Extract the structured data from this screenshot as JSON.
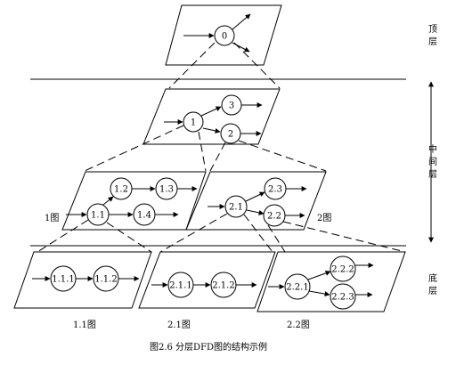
{
  "side_labels": {
    "top": [
      "顶",
      "层"
    ],
    "middle": [
      "中",
      "间",
      "层"
    ],
    "bottom": [
      "底",
      "层"
    ]
  },
  "nodes": {
    "n0": "0",
    "n1": "1",
    "n2": "2",
    "n3": "3",
    "n12": "1.2",
    "n13": "1.3",
    "n11": "1.1",
    "n14": "1.4",
    "n21": "2.1",
    "n23": "2.3",
    "n22": "2.2",
    "n111": "1.1.1",
    "n112": "1.1.2",
    "n211": "2.1.1",
    "n212": "2.1.2",
    "n221": "2.2.1",
    "n222": "2.2.2",
    "n223": "2.2.3"
  },
  "panel_labels": {
    "p1_left": "1图",
    "p2_right": "2图",
    "b1": "1.1图",
    "b2": "2.1图",
    "b3": "2.2图"
  },
  "figure_caption": "图2.6 分层DFD图的结构示例"
}
